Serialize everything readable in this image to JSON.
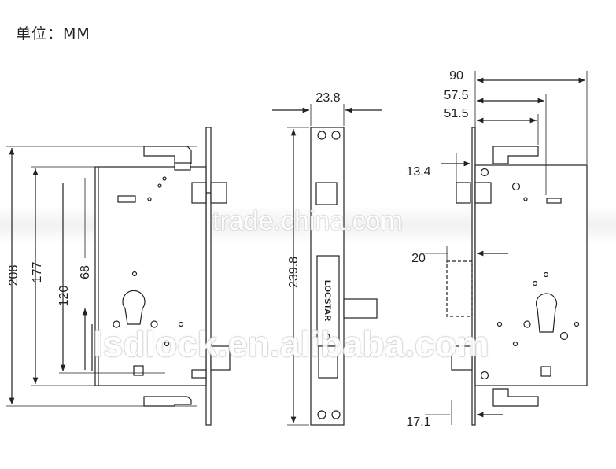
{
  "unit": "单位：MM",
  "watermarks": [
    "trade.china.com",
    "lsdlock.en.alibaba.com"
  ],
  "brand_plate": "LOCSTAR",
  "dimensions": {
    "overall_height": "208",
    "faceplate_to_bolt": "177",
    "case_120": "120",
    "case_68": "68",
    "faceplate_length": "239.8",
    "faceplate_width": "23.8",
    "backset_90": "90",
    "backset_57_5": "57.5",
    "backset_51_5": "51.5",
    "offset_13_4": "13.4",
    "offset_20": "20",
    "offset_17_1": "17.1"
  },
  "colors": {
    "line": "#222222",
    "watermark": "#ffffff"
  }
}
